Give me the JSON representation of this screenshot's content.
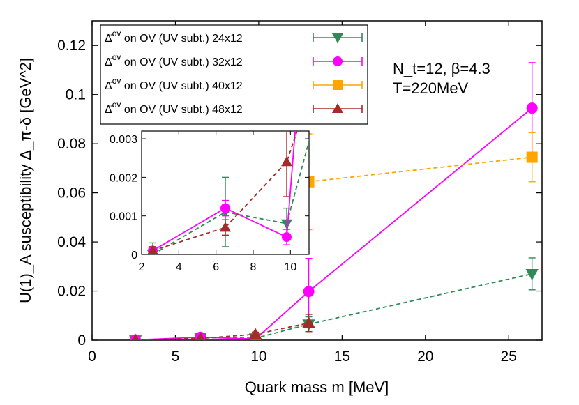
{
  "chart_data": {
    "type": "scatter",
    "xlabel": "Quark mass m [MeV]",
    "ylabel": "U(1)_A susceptibility Δ_π-δ [GeV^2]",
    "xlim": [
      0,
      27
    ],
    "ylim": [
      0,
      0.13
    ],
    "xticks": [
      "0",
      "5",
      "10",
      "15",
      "20",
      "25"
    ],
    "yticks": [
      "0",
      "0.02",
      "0.04",
      "0.06",
      "0.08",
      "0.1",
      "0.12"
    ],
    "legend_position": "top-left",
    "annotation_line1": "N_t=12, β=4.3",
    "annotation_line2": "T=220MeV",
    "series": [
      {
        "name": "Δ̄^ov on OV (UV subt.) 24x12",
        "label_main": "Δ̄",
        "label_sup": "ov",
        "label_rest": " on OV (UV subt.) 24x12",
        "color": "#2e8b57",
        "marker": "triangle-down",
        "line": "dashed",
        "points": [
          {
            "x": 2.6,
            "y": 0.0,
            "err": 0.0003
          },
          {
            "x": 6.5,
            "y": 0.0011,
            "err": 0.0009
          },
          {
            "x": 9.8,
            "y": 0.0008,
            "err": 0.0004
          },
          {
            "x": 13.0,
            "y": 0.0065,
            "err": 0.003
          },
          {
            "x": 26.4,
            "y": 0.027,
            "err": 0.0065
          }
        ]
      },
      {
        "name": "Δ̄^ov on OV (UV subt.) 32x12",
        "label_main": "Δ̄",
        "label_sup": "ov",
        "label_rest": " on OV (UV subt.) 32x12",
        "color": "#ff00ff",
        "marker": "circle",
        "line": "solid",
        "points": [
          {
            "x": 2.6,
            "y": 0.0001,
            "err": 0.0001
          },
          {
            "x": 6.5,
            "y": 0.0012,
            "err": 0.0002
          },
          {
            "x": 9.8,
            "y": 0.00045,
            "err": 0.0002
          },
          {
            "x": 13.0,
            "y": 0.0198,
            "err": 0.0135
          },
          {
            "x": 26.4,
            "y": 0.0945,
            "err": 0.0185
          }
        ]
      },
      {
        "name": "Δ̄^ov on OV (UV subt.) 40x12",
        "label_main": "Δ̄",
        "label_sup": "ov",
        "label_rest": " on OV (UV subt.) 40x12",
        "color": "#ffa500",
        "marker": "square",
        "line": "dashed",
        "points": [
          {
            "x": 13.0,
            "y": 0.0645,
            "err": 0.0195
          },
          {
            "x": 26.4,
            "y": 0.0745,
            "err": 0.01
          }
        ]
      },
      {
        "name": "Δ̄^ov on OV (UV subt.) 48x12",
        "label_main": "Δ̄",
        "label_sup": "ov",
        "label_rest": " on OV (UV subt.) 48x12",
        "color": "#a52a2a",
        "marker": "triangle-up",
        "line": "dashed",
        "points": [
          {
            "x": 2.6,
            "y": 0.0001,
            "err": 0.0001
          },
          {
            "x": 6.5,
            "y": 0.0007,
            "err": 0.0002
          },
          {
            "x": 9.8,
            "y": 0.0024,
            "err": 0.0009
          },
          {
            "x": 13.0,
            "y": 0.007,
            "err": 0.0035
          }
        ]
      }
    ],
    "inset": {
      "xlim": [
        2,
        11
      ],
      "ylim": [
        0,
        0.0032
      ],
      "xticks": [
        "2",
        "4",
        "6",
        "8",
        "10"
      ],
      "yticks": [
        "0",
        "0.001",
        "0.002",
        "0.003"
      ]
    }
  }
}
